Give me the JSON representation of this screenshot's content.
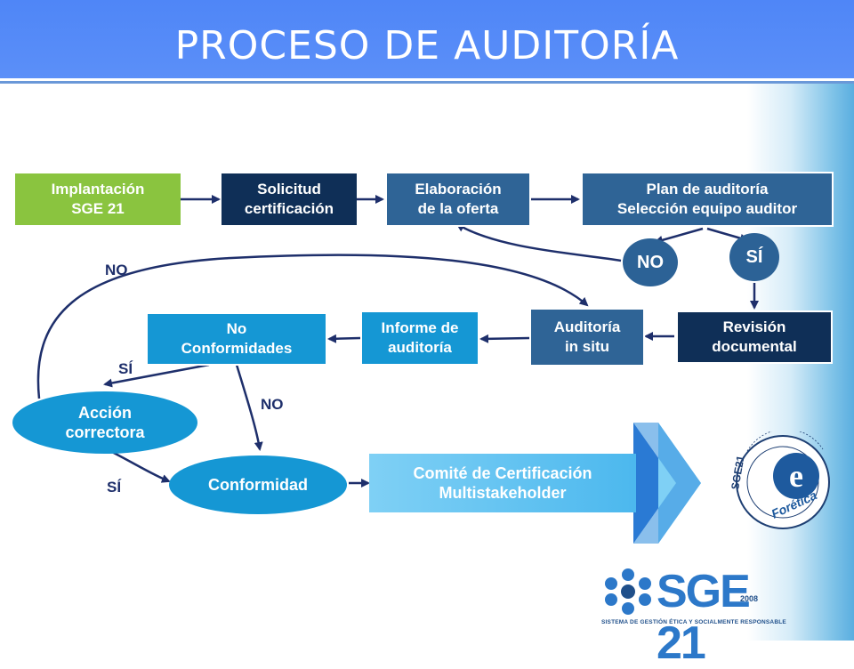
{
  "title": "PROCESO DE AUDITORÍA",
  "nodes": {
    "implantacion": "Implantación\nSGE 21",
    "solicitud": "Solicitud\ncertificación",
    "elaboracion": "Elaboración\nde la oferta",
    "plan": "Plan de auditoría\nSelección equipo auditor",
    "no_circle": "NO",
    "si_circle": "SÍ",
    "revision": "Revisión\ndocumental",
    "auditoria": "Auditoría\nin situ",
    "informe": "Informe de\nauditoría",
    "no_conformidades": "No\nConformidades",
    "accion": "Acción\ncorrectora",
    "conformidad": "Conformidad",
    "comite": "Comité de Certificación\nMultistakeholder"
  },
  "edge_labels": {
    "no_top": "NO",
    "si_accion": "SÍ",
    "no_conformidad": "NO",
    "si_conformidad": "SÍ"
  },
  "seal": {
    "ring_text": "gestión ética y socialmente responsable",
    "code": "SGE21",
    "letter": "e",
    "brand": "Forética"
  },
  "logo": {
    "word": "SGE 21",
    "year": "2008",
    "tagline": "SISTEMA DE GESTIÓN ÉTICA Y SOCIALMENTE RESPONSABLE"
  },
  "colors": {
    "header": "#4f86f7",
    "dark_box": "#0f2f57",
    "mid_box": "#2f6496",
    "lime_box": "#8ac43f",
    "cyan_box": "#1597d4",
    "arrow": "#1e2f6b"
  }
}
